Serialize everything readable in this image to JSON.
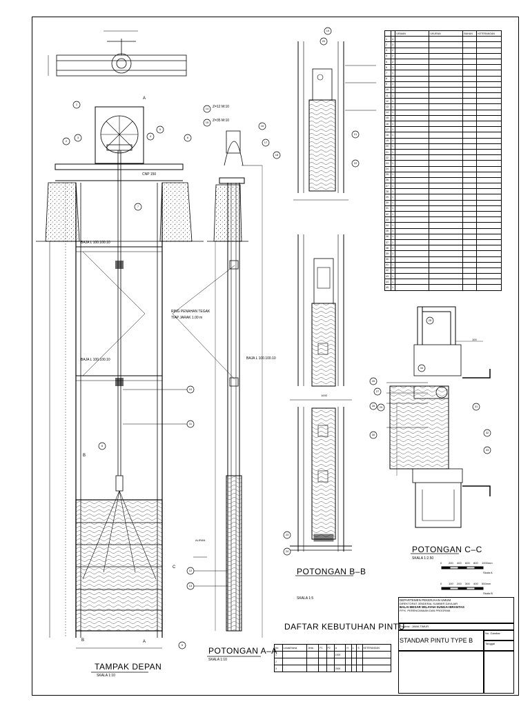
{
  "views": {
    "front": {
      "title": "TAMPAK DEPAN",
      "scale": "SKALA 1:10"
    },
    "section_aa": {
      "title": "POTONGAN A–A",
      "scale": "SKALA 1:10"
    },
    "section_bb": {
      "title": "POTONGAN B–B",
      "scale": "SKALA 1:5"
    },
    "section_cc": {
      "title": "POTONGAN C–C",
      "scale": "SKALA 1:2.50"
    }
  },
  "annotations": {
    "cnp": "CNP 150",
    "baja1": "BAJA L 100.100.10",
    "baja2": "BAJA L 100.100.10",
    "baja3": "BAJA L 100.100.10",
    "ring1": "RING PENAHAN TEGAK",
    "ring2": "TIAP JARAK 1.00 m",
    "z12": "Z=12 M:10",
    "z35": "Z=35 M:10",
    "aliran": "ALIRAN",
    "mark_a": "A",
    "mark_b": "B",
    "mark_c": "C",
    "dim_1000": "1000",
    "dim_100": "100"
  },
  "scale_bars": {
    "a": {
      "ticks": [
        "0",
        "200",
        "400",
        "600",
        "800",
        "1000mm"
      ],
      "label": "Skala A"
    },
    "b": {
      "ticks": [
        "0",
        "100",
        "200",
        "300",
        "400",
        "500mm"
      ],
      "label": "Skala B"
    }
  },
  "requirements": {
    "title": "DAFTAR KEBUTUHAN PINTU",
    "rows": [
      [
        "No",
        "Lokasi/Nama",
        "Jenis",
        "P1",
        "P2",
        "A",
        "H",
        "L",
        "S",
        "KETERANGAN"
      ],
      [
        "1",
        "",
        "",
        "",
        "",
        "1000",
        "",
        "",
        "",
        ""
      ],
      [
        "2",
        "",
        "",
        "",
        "",
        "",
        "",
        "",
        "",
        ""
      ],
      [
        "3",
        "",
        "",
        "",
        "",
        "2000",
        "",
        "",
        "",
        ""
      ]
    ]
  },
  "bom": {
    "rows": [
      [
        "",
        "",
        "URAIAN",
        "UKURAN",
        "BAHAN",
        "KETERANGAN"
      ],
      [
        "1",
        "4",
        "",
        "",
        "",
        ""
      ],
      [
        "2",
        "3",
        "",
        "",
        "",
        ""
      ],
      [
        "3",
        "2",
        "",
        "",
        "",
        ""
      ],
      [
        "4",
        "2",
        "",
        "",
        "",
        ""
      ],
      [
        "5",
        "2",
        "",
        "",
        "",
        ""
      ],
      [
        "6",
        "1",
        "",
        "",
        "",
        ""
      ],
      [
        "7",
        "1",
        "",
        "",
        "",
        ""
      ],
      [
        "8",
        "1",
        "",
        "",
        "",
        ""
      ],
      [
        "9",
        "1",
        "",
        "",
        "",
        ""
      ],
      [
        "10",
        "1",
        "",
        "",
        "",
        ""
      ],
      [
        "11",
        "1",
        "",
        "",
        "",
        ""
      ],
      [
        "12",
        "1",
        "",
        "",
        "",
        ""
      ],
      [
        "13",
        "1",
        "",
        "",
        "",
        ""
      ],
      [
        "14",
        "1",
        "",
        "",
        "",
        ""
      ],
      [
        "15",
        "1",
        "",
        "",
        "",
        ""
      ],
      [
        "16",
        "1",
        "",
        "",
        "",
        ""
      ],
      [
        "17",
        "1",
        "",
        "",
        "",
        ""
      ],
      [
        "18",
        "1",
        "",
        "",
        "",
        ""
      ],
      [
        "19",
        "1",
        "",
        "",
        "",
        ""
      ],
      [
        "20",
        "1",
        "",
        "",
        "",
        ""
      ],
      [
        "21",
        "1",
        "",
        "",
        "",
        ""
      ],
      [
        "22",
        "1",
        "",
        "",
        "",
        ""
      ],
      [
        "23",
        "1",
        "",
        "",
        "",
        ""
      ],
      [
        "24",
        "1",
        "",
        "",
        "",
        ""
      ],
      [
        "25",
        "1",
        "",
        "",
        "",
        ""
      ],
      [
        "26",
        "1",
        "",
        "",
        "",
        ""
      ],
      [
        "27",
        "1",
        "",
        "",
        "",
        ""
      ],
      [
        "28",
        "1",
        "",
        "",
        "",
        ""
      ],
      [
        "29",
        "1",
        "",
        "",
        "",
        ""
      ],
      [
        "30",
        "1",
        "",
        "",
        "",
        ""
      ],
      [
        "31",
        "1",
        "",
        "",
        "",
        ""
      ],
      [
        "32",
        "1",
        "",
        "",
        "",
        ""
      ],
      [
        "33",
        "1",
        "",
        "",
        "",
        ""
      ],
      [
        "34",
        "1",
        "",
        "",
        "",
        ""
      ],
      [
        "35",
        "1",
        "",
        "",
        "",
        ""
      ],
      [
        "36",
        "1",
        "",
        "",
        "",
        ""
      ],
      [
        "37",
        "1",
        "",
        "",
        "",
        ""
      ],
      [
        "38",
        "1",
        "",
        "",
        "",
        ""
      ],
      [
        "39",
        "1",
        "",
        "",
        "",
        ""
      ],
      [
        "40",
        "1",
        "",
        "",
        "",
        ""
      ],
      [
        "41",
        "1",
        "",
        "",
        "",
        ""
      ],
      [
        "42",
        "1",
        "",
        "",
        "",
        ""
      ],
      [
        "43",
        "1",
        "",
        "",
        "",
        ""
      ],
      [
        "44",
        "1",
        "",
        "",
        "",
        ""
      ],
      [
        "45",
        "1",
        "",
        "",
        "",
        ""
      ]
    ]
  },
  "title_block": {
    "org1": "DEPARTEMEN PEKERJAAN UMUM",
    "org2": "DIREKTORAT JENDERAL SUMBER DAYA AIR",
    "org3": "BALAI BESAR WILAYAH SUNGAI BRANTAS",
    "org4": "P.P.K. PERENCANAAN DAN PROGRAM",
    "province": "Propinsi : JAWA TIMUR",
    "drawing_title": "STANDAR PINTU TYPE B",
    "no_label": "No. Gambar",
    "date_label": "Tanggal"
  },
  "callouts": [
    "1",
    "2",
    "3",
    "4",
    "5",
    "6",
    "7",
    "8",
    "9",
    "10",
    "11",
    "12",
    "13",
    "14",
    "15",
    "16",
    "17",
    "18",
    "19",
    "20",
    "21",
    "22",
    "23",
    "24",
    "25",
    "26",
    "27",
    "28",
    "29",
    "30",
    "31",
    "32",
    "33",
    "34"
  ]
}
